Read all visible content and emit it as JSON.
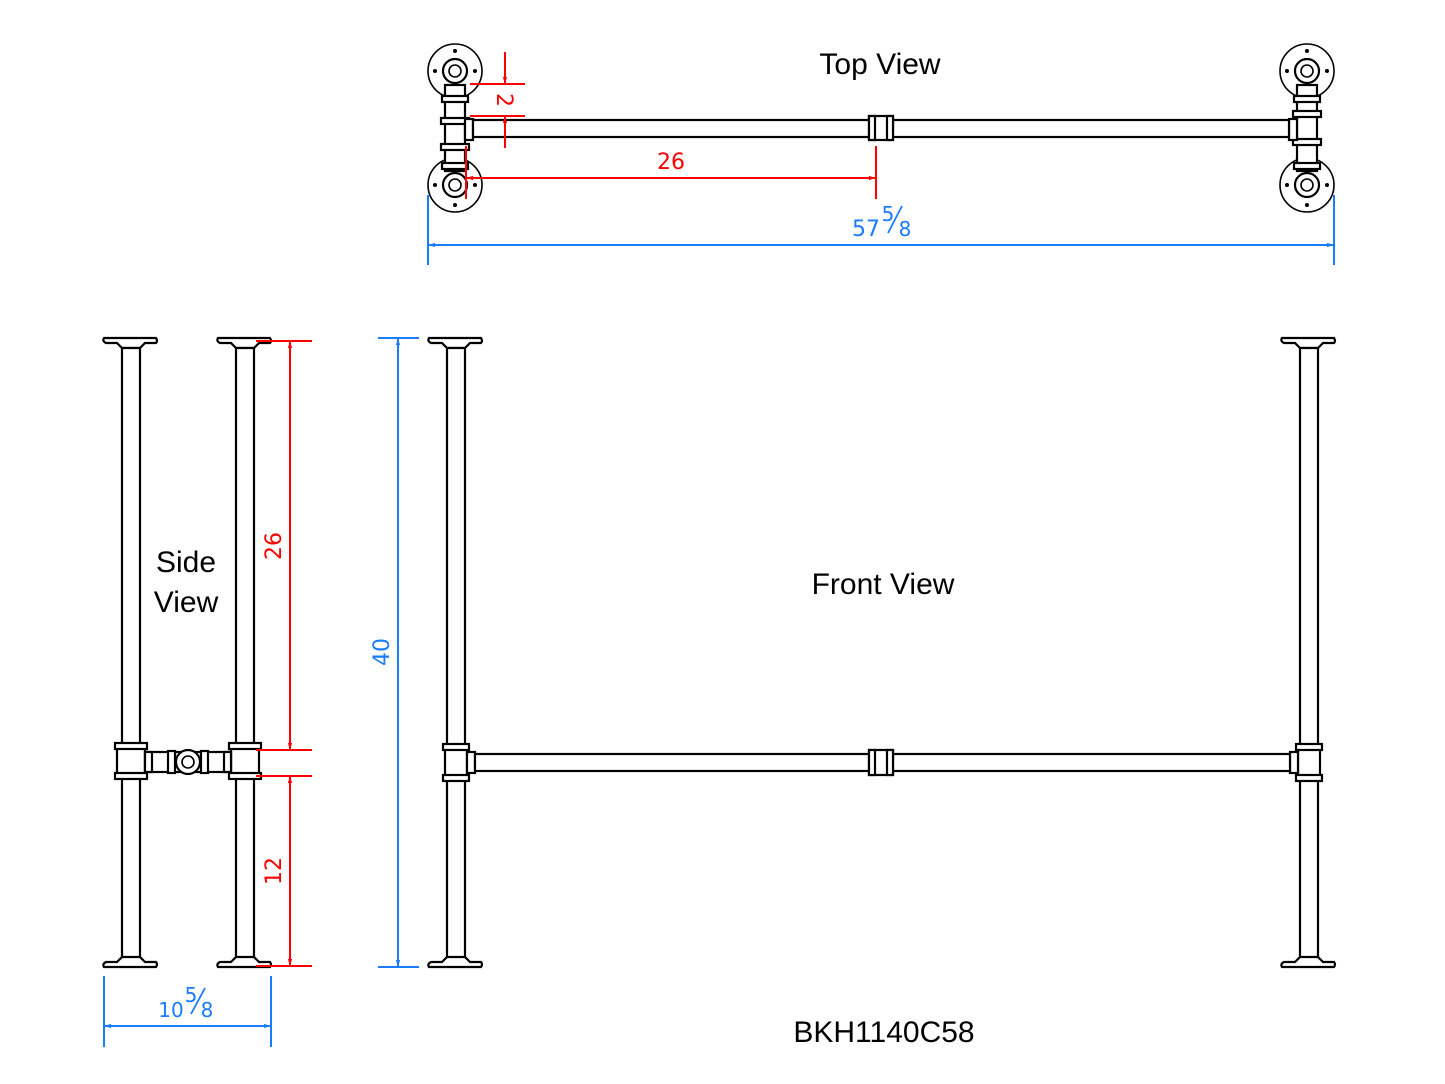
{
  "colors": {
    "outline": "#000000",
    "dimension_red": "#ff0000",
    "dimension_blue": "#1a7cff",
    "background": "#ffffff"
  },
  "views": {
    "top": {
      "title": "Top View"
    },
    "side": {
      "title_line1": "Side",
      "title_line2": "View"
    },
    "front": {
      "title": "Front View"
    }
  },
  "dimensions": {
    "top_offset": {
      "value": "2",
      "color": "red"
    },
    "top_half_span": {
      "value": "26",
      "color": "red"
    },
    "overall_width": {
      "whole": "57",
      "numerator": "5",
      "denominator": "8",
      "color": "blue"
    },
    "side_upper": {
      "value": "26",
      "color": "red"
    },
    "side_lower": {
      "value": "12",
      "color": "red"
    },
    "overall_height": {
      "value": "40",
      "color": "blue"
    },
    "overall_depth": {
      "whole": "10",
      "numerator": "5",
      "denominator": "8",
      "color": "blue"
    }
  },
  "model_code": "BKH1140C58"
}
